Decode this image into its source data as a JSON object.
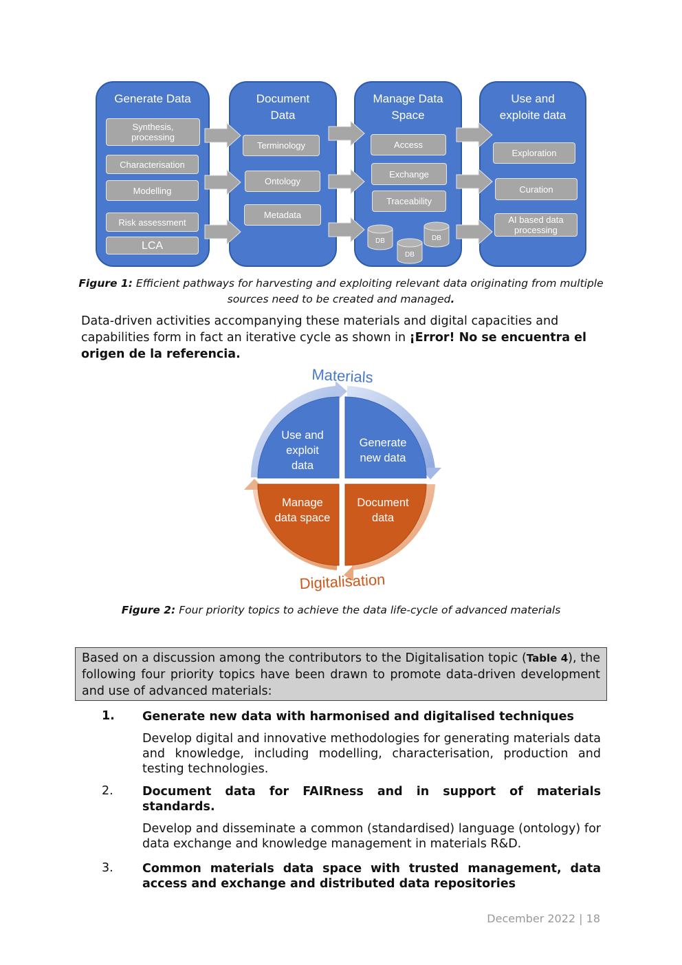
{
  "figure1": {
    "columns": [
      {
        "title": "Generate Data",
        "items": [
          "Synthesis,\nprocessing",
          "Characterisation",
          "Modelling",
          "Risk assessment",
          "LCA"
        ]
      },
      {
        "title": "Document\nData",
        "items": [
          "Terminology",
          "Ontology",
          "Metadata"
        ]
      },
      {
        "title": "Manage Data\nSpace",
        "items": [
          "Access",
          "Exchange",
          "Traceability"
        ],
        "db_labels": [
          "DB",
          "DB",
          "DB"
        ]
      },
      {
        "title": "Use and\nexploite data",
        "items": [
          "Exploration",
          "Curation",
          "AI based data\nprocessing"
        ]
      }
    ],
    "caption_label": "Figure 1:",
    "caption_text": " Efficient pathways for harvesting and exploiting relevant data originating from multiple sources need to be created and managed",
    "caption_end": "."
  },
  "paragraph1": {
    "text": "Data-driven activities accompanying these materials and digital capacities and capabilities form in fact an iterative cycle as shown in ",
    "error_ref": "¡Error! No se encuentra el origen de la referencia."
  },
  "figure2": {
    "top_label": "Materials",
    "bottom_label": "Digitalisation",
    "quadrants": {
      "top_left": "Use and\nexploit\ndata",
      "top_right": "Generate\nnew data",
      "bottom_left": "Manage\ndata space",
      "bottom_right": "Document\ndata"
    },
    "colors": {
      "blue": "#4a78cc",
      "orange": "#cc5a1c"
    },
    "caption_label": "Figure 2:",
    "caption_text": " Four priority topics to achieve the data life-cycle of advanced materials"
  },
  "boxed": {
    "text_before": "Based on a discussion among the contributors to the Digitalisation topic (",
    "table_ref": "Table 4",
    "text_after": "), the following four priority topics have been drawn to promote data-driven development and use of advanced materials:"
  },
  "list": [
    {
      "num": "1.",
      "heading": "Generate new data with harmonised and digitalised techniques",
      "body": "Develop digital and innovative methodologies for generating materials data and knowledge, including modelling, characterisation, production and testing technologies."
    },
    {
      "num": "2.",
      "heading": "Document data for FAIRness and in support of materials standards.",
      "body": "Develop and disseminate a common (standardised) language (ontology) for data exchange and knowledge management in materials R&D."
    },
    {
      "num": "3.",
      "heading": "Common materials data space with trusted management, data access and exchange and distributed data repositories",
      "body": ""
    }
  ],
  "footer": {
    "date": "December 2022",
    "sep": " | ",
    "page": "18"
  }
}
